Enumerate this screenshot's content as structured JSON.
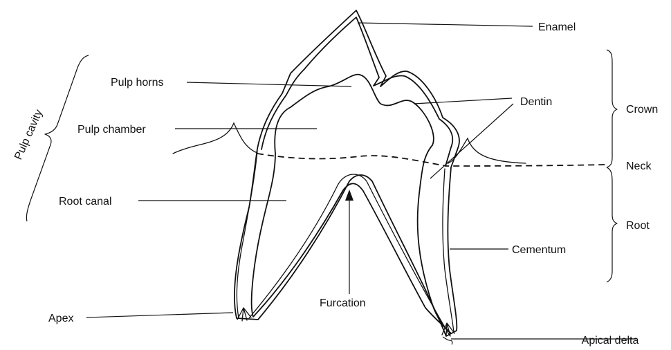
{
  "labels": {
    "enamel": "Enamel",
    "pulp_horns": "Pulp horns",
    "dentin": "Dentin",
    "crown": "Crown",
    "pulp_chamber": "Pulp chamber",
    "neck": "Neck",
    "pulp_cavity": "Pulp cavity",
    "root_canal": "Root canal",
    "root": "Root",
    "cementum": "Cementum",
    "furcation": "Furcation",
    "apex": "Apex",
    "apical_delta": "Apical delta"
  },
  "colors": {
    "ink": "#111111",
    "background": "#ffffff"
  }
}
